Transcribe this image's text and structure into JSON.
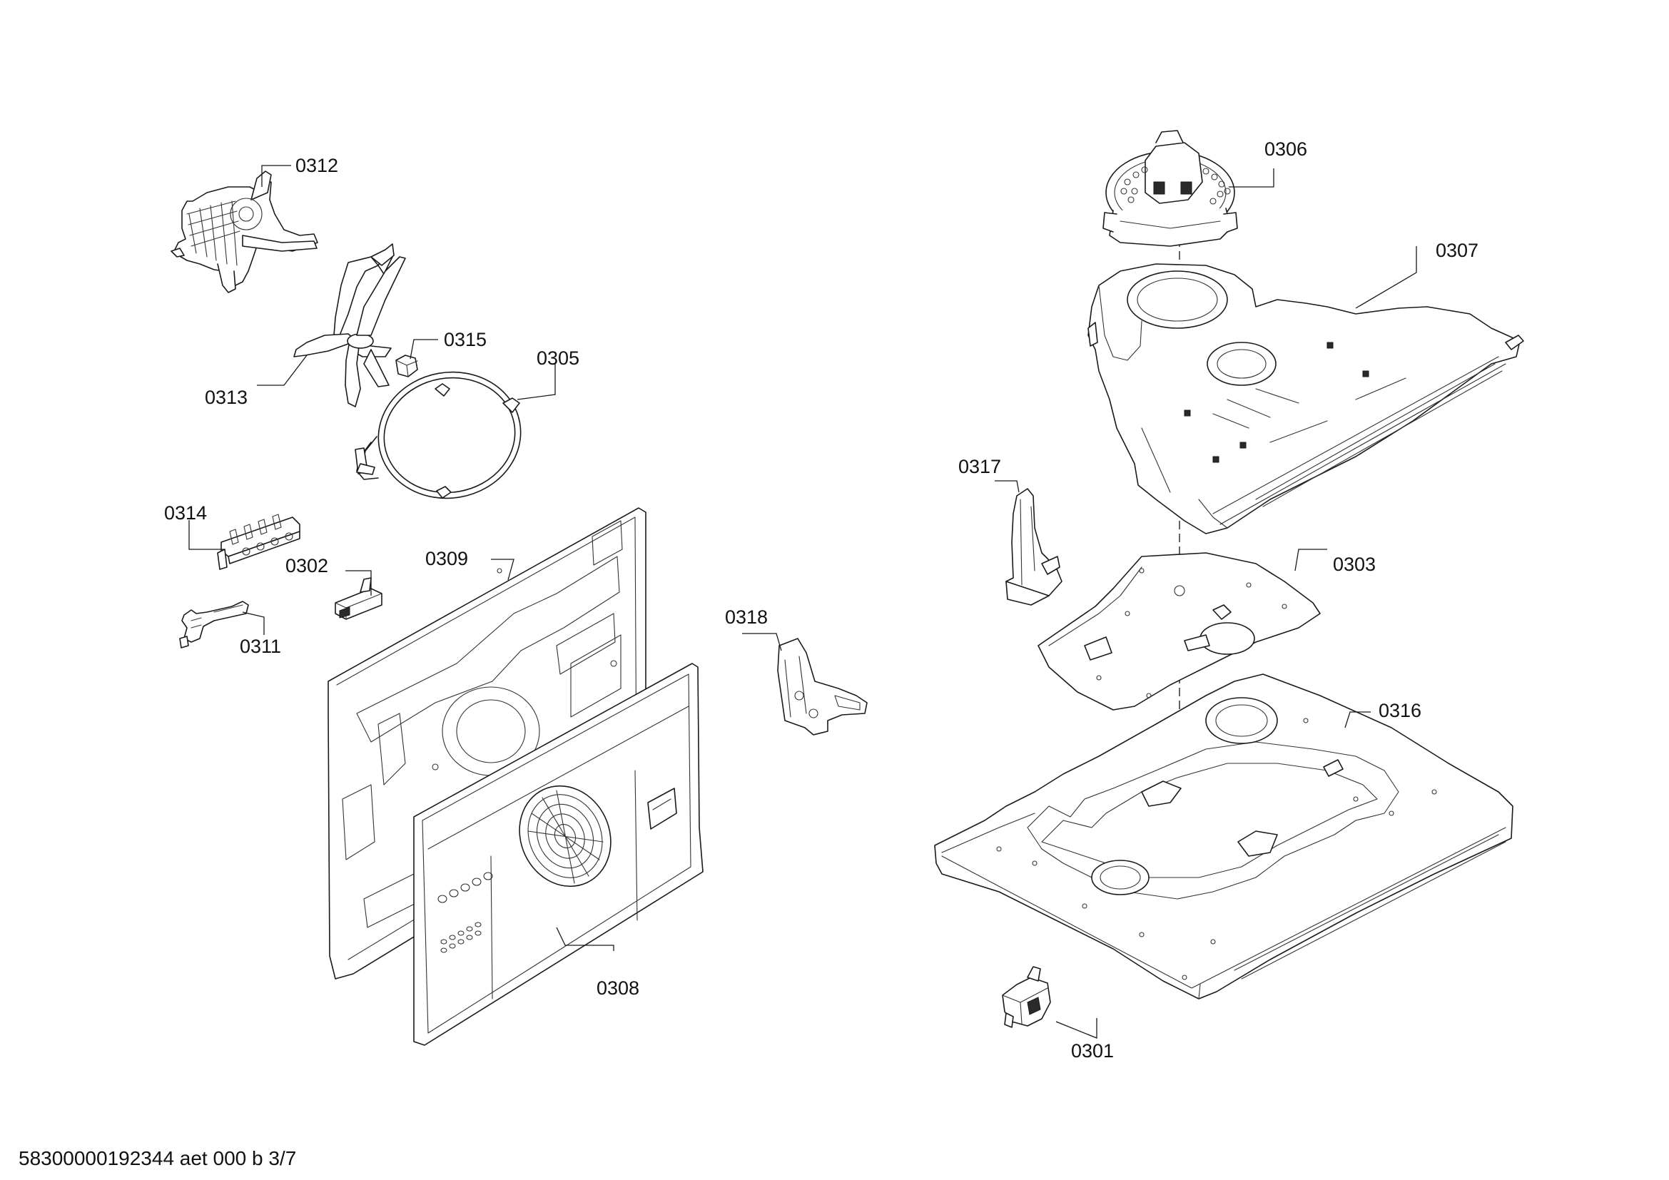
{
  "diagram": {
    "callouts": [
      {
        "id": "0312",
        "label": "0312"
      },
      {
        "id": "0313",
        "label": "0313"
      },
      {
        "id": "0315",
        "label": "0315"
      },
      {
        "id": "0305",
        "label": "0305"
      },
      {
        "id": "0314",
        "label": "0314"
      },
      {
        "id": "0302",
        "label": "0302"
      },
      {
        "id": "0309",
        "label": "0309"
      },
      {
        "id": "0311",
        "label": "0311"
      },
      {
        "id": "0308",
        "label": "0308"
      },
      {
        "id": "0318",
        "label": "0318"
      },
      {
        "id": "0306",
        "label": "0306"
      },
      {
        "id": "0307",
        "label": "0307"
      },
      {
        "id": "0317",
        "label": "0317"
      },
      {
        "id": "0303",
        "label": "0303"
      },
      {
        "id": "0316",
        "label": "0316"
      },
      {
        "id": "0301",
        "label": "0301"
      }
    ],
    "footer": "58300000192344 aet 000 b 3/7"
  }
}
